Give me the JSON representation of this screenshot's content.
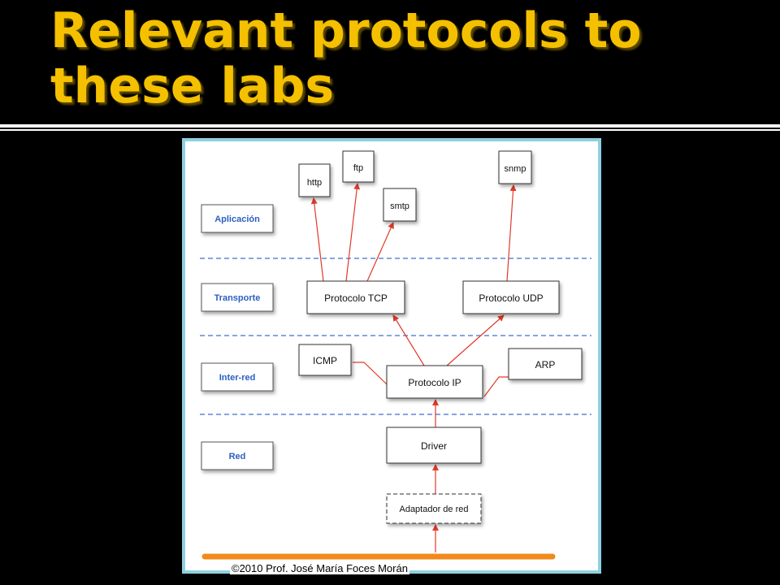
{
  "slide": {
    "title": "Relevant protocols to these labs",
    "footer": "©2010 Prof. José María Foces Morán"
  },
  "layers": {
    "aplicacion": "Aplicación",
    "transporte": "Transporte",
    "inter_red": "Inter-red",
    "red": "Red"
  },
  "protocols": {
    "http": "http",
    "ftp": "ftp",
    "smtp": "smtp",
    "snmp": "snmp",
    "tcp": "Protocolo TCP",
    "udp": "Protocolo UDP",
    "icmp": "ICMP",
    "ip": "Protocolo IP",
    "arp": "ARP",
    "driver": "Driver",
    "adaptador": "Adaptador de red"
  },
  "colors": {
    "title": "#f4c000",
    "layer_text": "#2b5fc0",
    "arrow": "#e03a2a",
    "dashed_line": "#3f6fd0",
    "frame": "#8fd0e0",
    "cable": "#f08a1c"
  }
}
